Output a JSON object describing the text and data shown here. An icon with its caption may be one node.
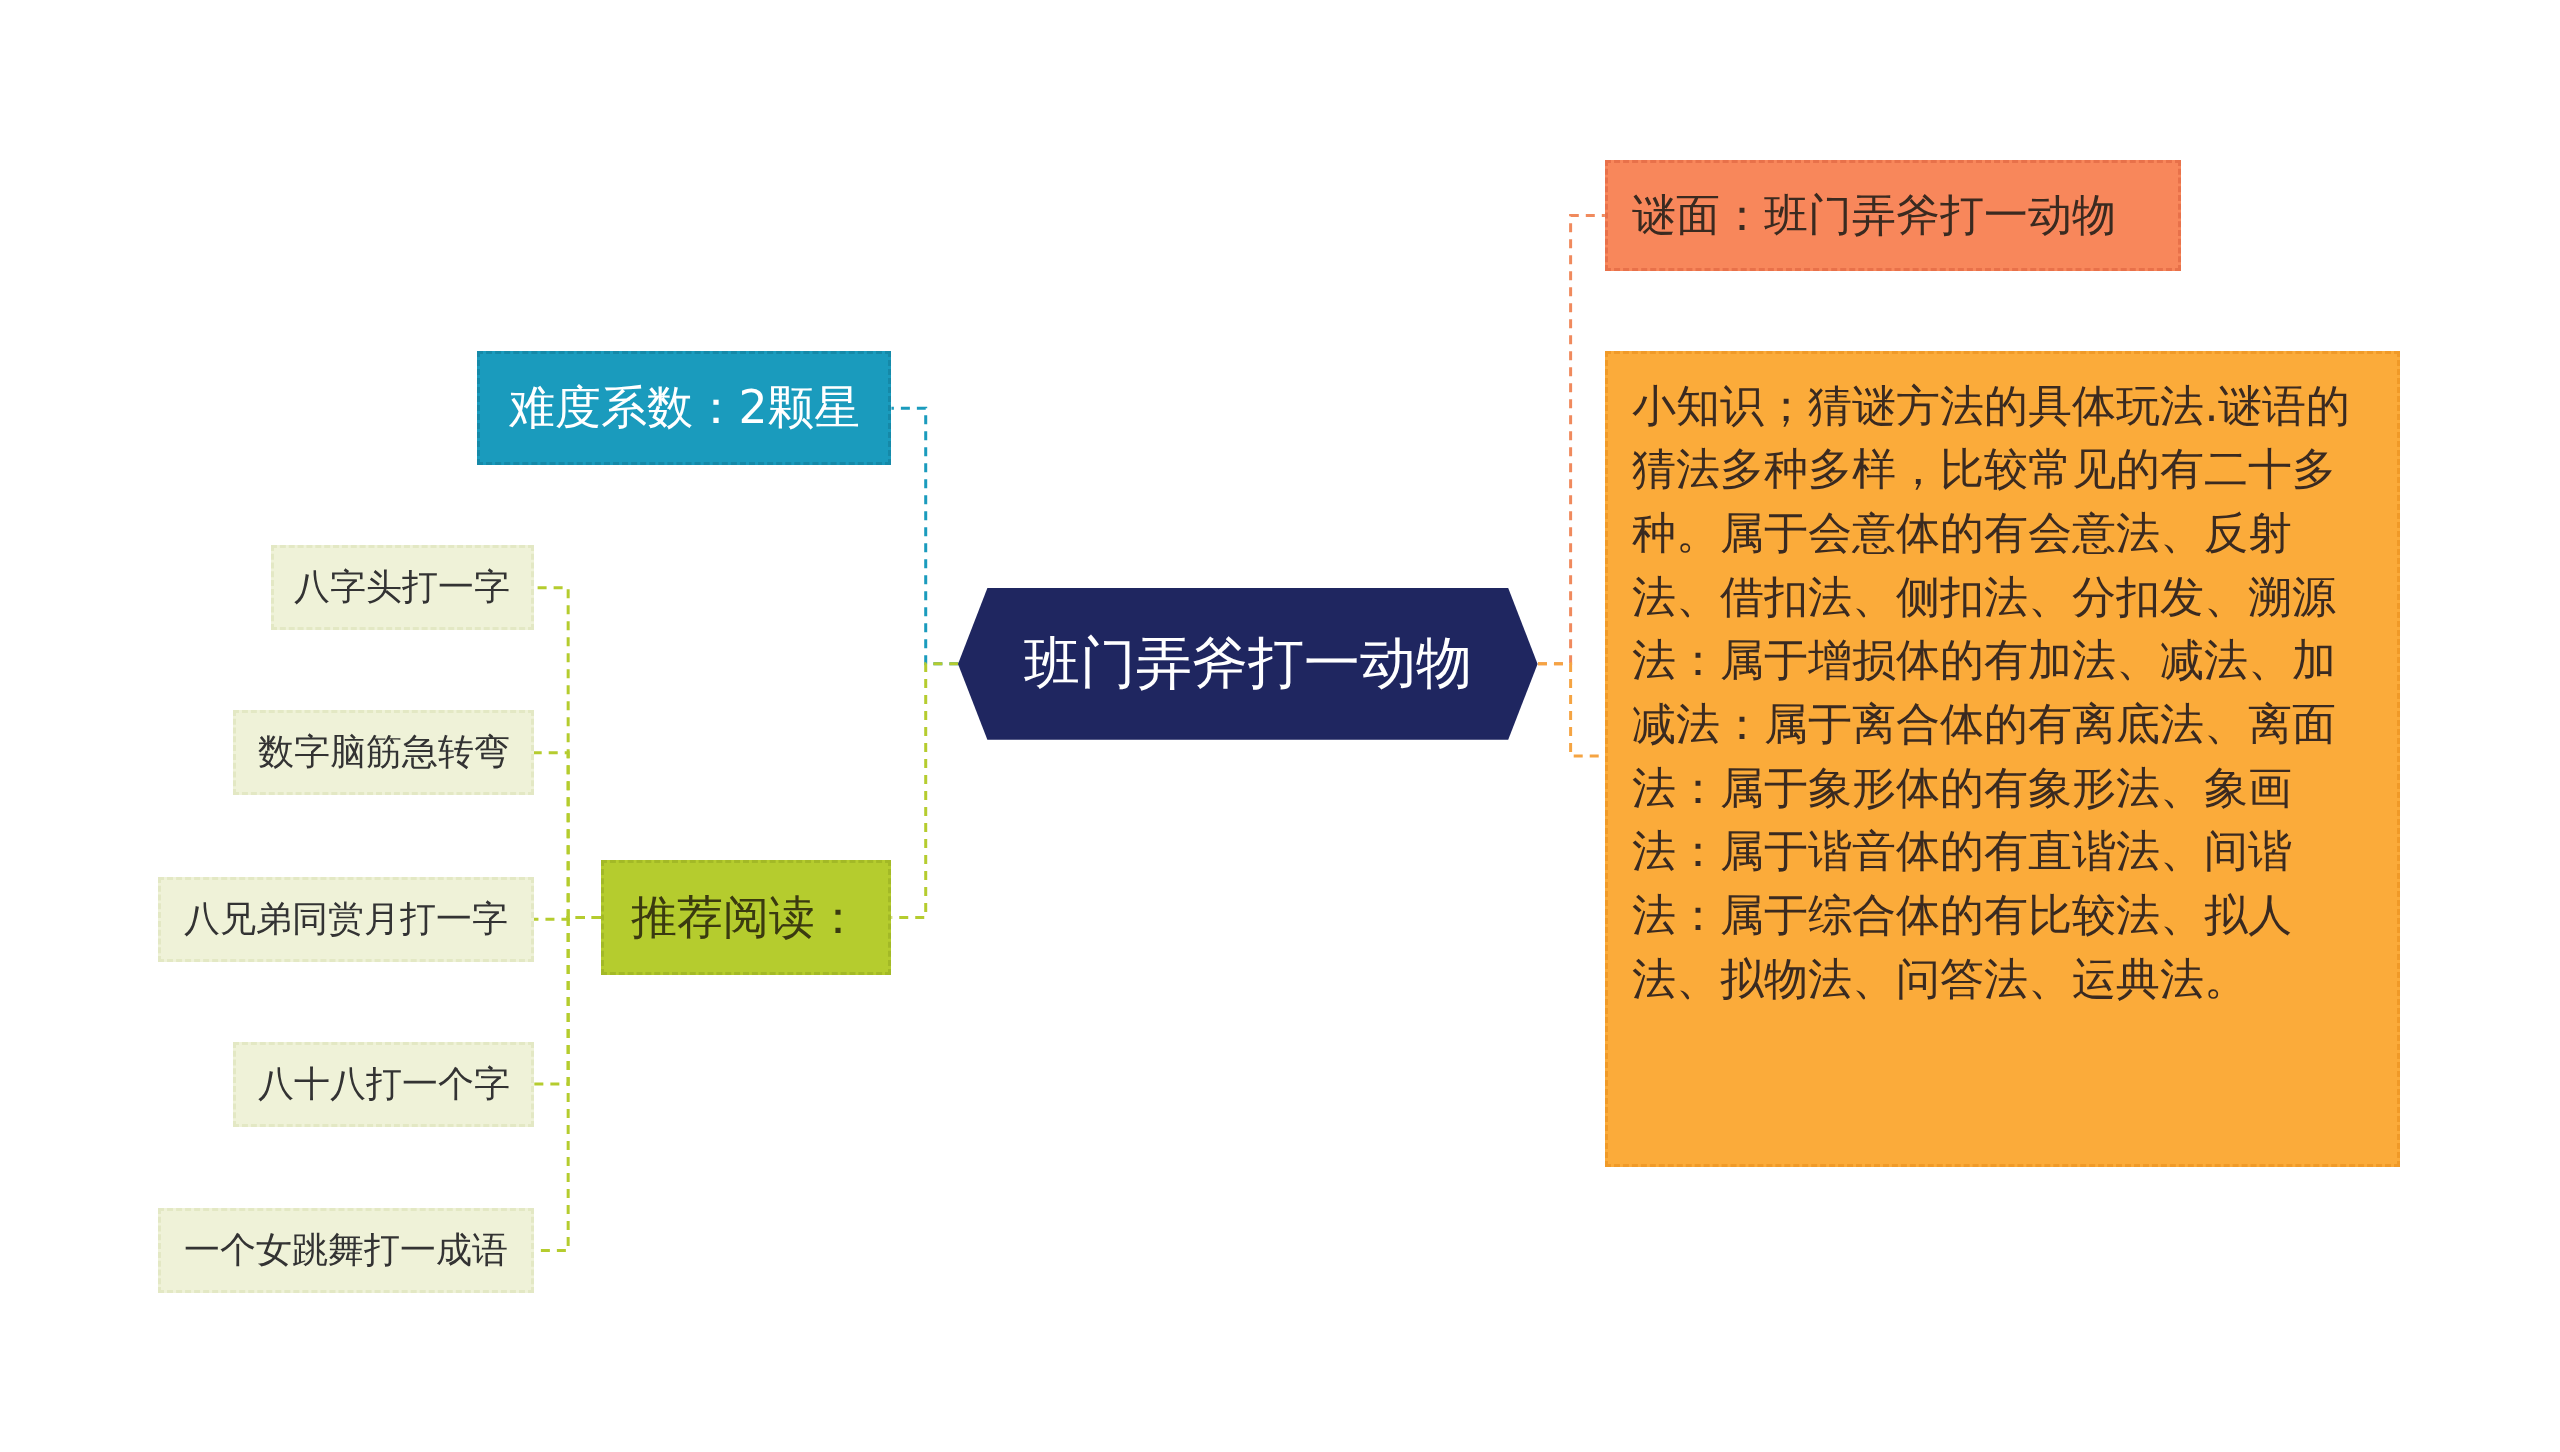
{
  "diagram": {
    "nodes": [
      {
        "text": [
          "班门弄斧打一动物"
        ]
      },
      {
        "text": [
          "谜面：班门弄斧打一动物"
        ]
      },
      {
        "text": [
          "小知识；猜谜方法的具体玩法.谜语的猜法多种多样，比较常见的有二十多种。属于会意体的有会意法、反射法、借扣法、侧扣法、分扣发、溯源法：属于增损体的有加法、减法、加减法：属于离合体的有离底法、离面法：属于象形体的有象形法、象画法：属于谐音体的有直谐法、间谐法：属于综合体的有比较法、拟人法、拟物法、问答法、运典法。"
        ]
      },
      {
        "text": [
          "难度系数：2颗星"
        ]
      },
      {
        "text": [
          "推荐阅读："
        ]
      },
      {
        "text": [
          "八字头打一字"
        ]
      },
      {
        "text": [
          "数字脑筋急转弯"
        ]
      },
      {
        "text": [
          "八兄弟同赏月打一字"
        ]
      },
      {
        "text": [
          "八十八打一个字"
        ]
      },
      {
        "text": [
          "一个女跳舞打一成语"
        ]
      }
    ],
    "edges": [
      {
        "from": 0,
        "to": 1,
        "arrow": "none",
        "style": "dashed",
        "color": "#f08a5d"
      },
      {
        "from": 0,
        "to": 2,
        "arrow": "none",
        "style": "dashed",
        "color": "#f5a442"
      },
      {
        "from": 0,
        "to": 3,
        "arrow": "none",
        "style": "dashed",
        "color": "#1a9bbd"
      },
      {
        "from": 0,
        "to": 4,
        "arrow": "none",
        "style": "dashed",
        "color": "#b5cc2e"
      },
      {
        "from": 4,
        "to": 5,
        "arrow": "none",
        "style": "dashed",
        "color": "#b5cc2e"
      },
      {
        "from": 4,
        "to": 6,
        "arrow": "none",
        "style": "dashed",
        "color": "#b5cc2e"
      },
      {
        "from": 4,
        "to": 7,
        "arrow": "none",
        "style": "dashed",
        "color": "#b5cc2e"
      },
      {
        "from": 4,
        "to": 8,
        "arrow": "none",
        "style": "dashed",
        "color": "#b5cc2e"
      },
      {
        "from": 4,
        "to": 9,
        "arrow": "none",
        "style": "dashed",
        "color": "#b5cc2e"
      }
    ]
  }
}
